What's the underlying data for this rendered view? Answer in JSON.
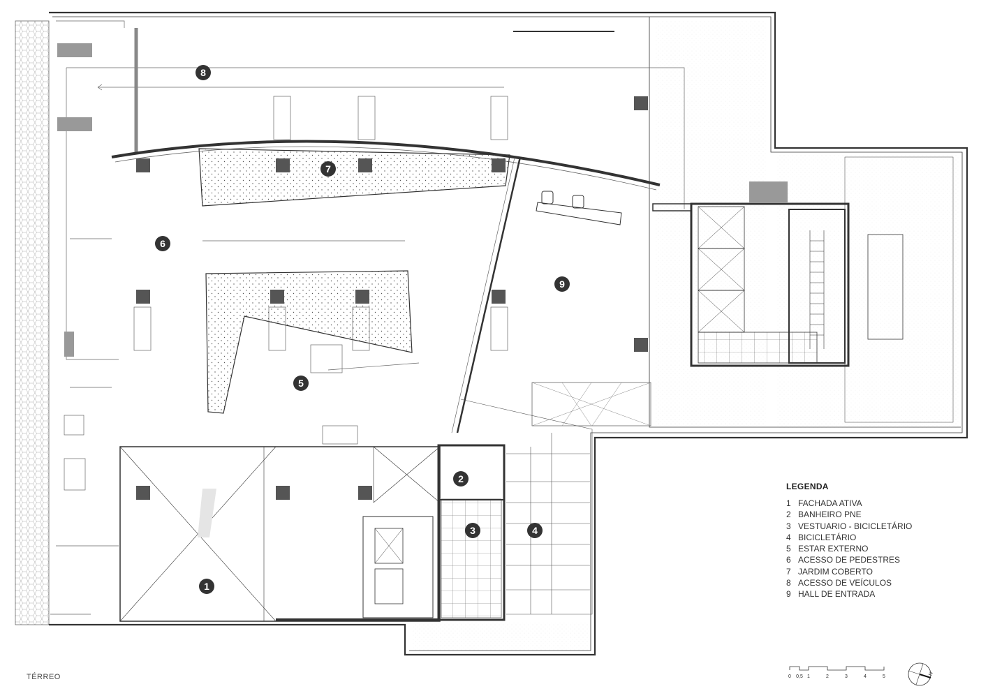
{
  "drawing": {
    "title": "TÉRREO"
  },
  "markers": [
    "1",
    "2",
    "3",
    "4",
    "5",
    "6",
    "7",
    "8",
    "9"
  ],
  "legend": {
    "title": "LEGENDA",
    "items": [
      {
        "num": "1",
        "label": "FACHADA ATIVA"
      },
      {
        "num": "2",
        "label": "BANHEIRO PNE"
      },
      {
        "num": "3",
        "label": "VESTUARIO - BICICLETÁRIO"
      },
      {
        "num": "4",
        "label": "BICICLETÁRIO"
      },
      {
        "num": "5",
        "label": "ESTAR EXTERNO"
      },
      {
        "num": "6",
        "label": "ACESSO DE PEDESTRES"
      },
      {
        "num": "7",
        "label": "JARDIM COBERTO"
      },
      {
        "num": "8",
        "label": "ACESSO DE VEÍCULOS"
      },
      {
        "num": "9",
        "label": "HALL DE ENTRADA"
      }
    ]
  },
  "scale_bar": {
    "labels": [
      "0",
      "0,5",
      "1",
      "2",
      "3",
      "4",
      "5"
    ]
  },
  "north_arrow": {
    "label": "N"
  },
  "colors": {
    "line": "#333333",
    "column": "#555555",
    "hatch": "#999999"
  }
}
